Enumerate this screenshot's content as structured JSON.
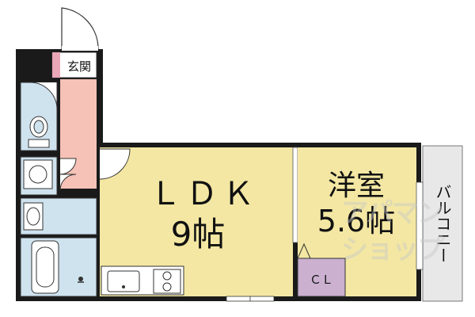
{
  "rooms": {
    "entrance": "玄関",
    "ldk_name": "ＬＤＫ",
    "ldk_size": "9帖",
    "western_name": "洋室",
    "western_size": "5.6帖",
    "closet": "ＣＬ",
    "balcony": "バルコニー"
  },
  "watermark": {
    "line1": "アパマン",
    "line2": "ショップ"
  },
  "colors": {
    "wall": "#1a1a1a",
    "ldk": "#f3e7a3",
    "western": "#f3e7a3",
    "hall": "#f6c1b6",
    "wet": "#cfe3ef",
    "closet": "#cbb0d0",
    "balcony": "#e8e8e8"
  }
}
